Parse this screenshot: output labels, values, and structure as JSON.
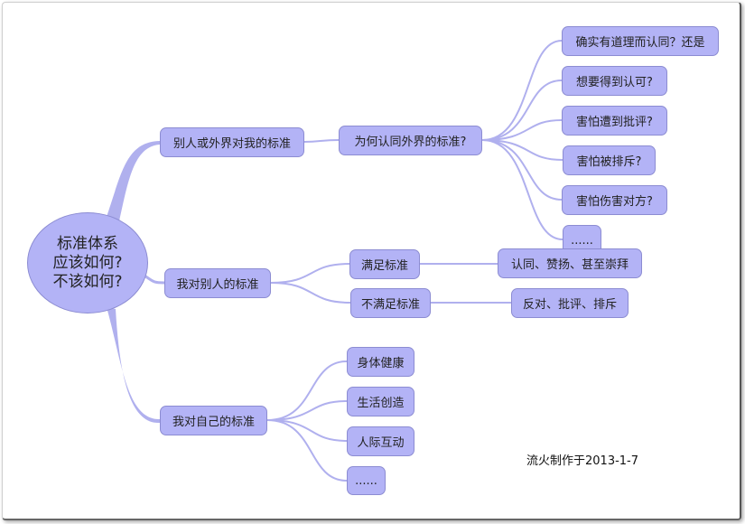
{
  "center": {
    "lines": [
      "标准体系",
      "应该如何?",
      "不该如何?"
    ]
  },
  "branches": {
    "others_to_me": {
      "label": "别人或外界对我的标准",
      "child": "为何认同外界的标准?",
      "leaves": [
        "确实有道理而认同？还是",
        "想要得到认可?",
        "害怕遭到批评?",
        "害怕被排斥?",
        "害怕伤害对方?",
        "......"
      ]
    },
    "me_to_others": {
      "label": "我对别人的标准",
      "satisfy": "满足标准",
      "satisfy_result": "认同、赞扬、甚至崇拜",
      "not_satisfy": "不满足标准",
      "not_satisfy_result": "反对、批评、排斥"
    },
    "me_to_self": {
      "label": "我对自己的标准",
      "leaves": [
        "身体健康",
        "生活创造",
        "人际互动",
        "......"
      ]
    }
  },
  "footer": "流火制作于2013-1-7",
  "colors": {
    "node": "#b3b3f6",
    "border": "#8c8cd2",
    "link": "#b0b0ee"
  }
}
